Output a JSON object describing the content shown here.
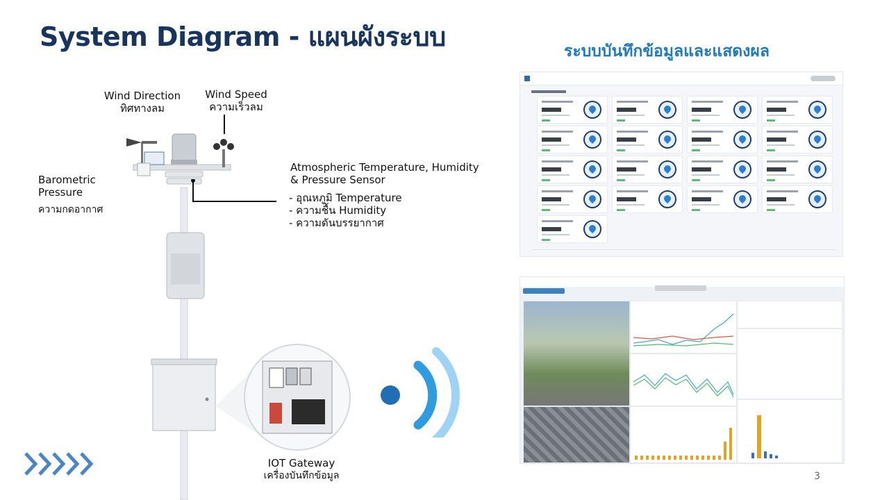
{
  "slide": {
    "title": "System Diagram - แผนผังระบบ",
    "subtitle": "ระบบบันทึกข้อมูลและแสดงผล",
    "page_number": "3"
  },
  "labels": {
    "wind_direction_en": "Wind Direction",
    "wind_direction_th": "ทิศทางลม",
    "wind_speed_en": "Wind Speed",
    "wind_speed_th": "ความเร็วลม",
    "barometric_en_1": "Barometric",
    "barometric_en_2": "Pressure",
    "barometric_th": "ความกดอากาศ",
    "atmos_1": "Atmospheric Temperature, Humidity",
    "atmos_2": "& Pressure Sensor",
    "bullets": [
      "-  อุณหภูมิ Temperature",
      "-  ความชื้น Humidity",
      "-  ความดันบรรยากาศ"
    ],
    "iot_en": "IOT Gateway",
    "iot_th": "เครื่องบันทึกข้อมูล"
  },
  "colors": {
    "title": "#17355f",
    "subtitle": "#1f7bc0",
    "chevron": "#4a86c7",
    "signal": "#2f9be0"
  }
}
